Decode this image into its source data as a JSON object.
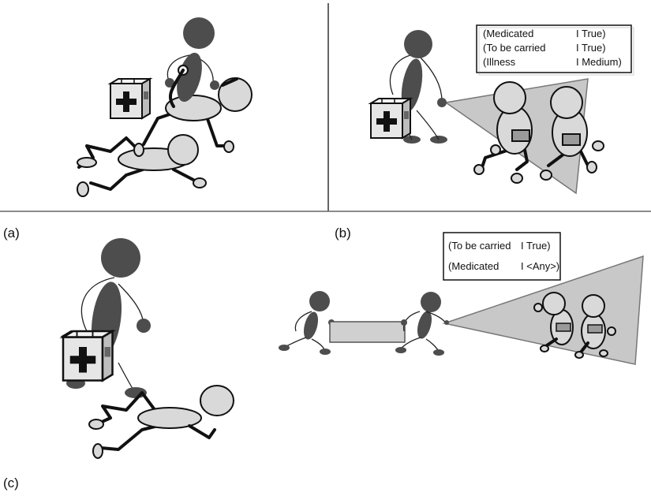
{
  "panels": {
    "a": {
      "label": "(a)"
    },
    "b": {
      "label": "(b)",
      "state_box": [
        {
          "key": "(Medicated",
          "value": "I True)"
        },
        {
          "key": "(To be carried",
          "value": "I True)"
        },
        {
          "key": "(Illness",
          "value": "I Medium)"
        }
      ]
    },
    "c": {
      "label": "(c)",
      "state_box": [
        {
          "key": "(To be carried",
          "value": "I True)"
        },
        {
          "key": "(Medicated",
          "value": "I <Any>)"
        }
      ]
    }
  },
  "icons": [
    "medkit-icon",
    "medic-figure",
    "patient-figure",
    "stretcher-icon",
    "vision-cone"
  ],
  "colors": {
    "dark_figure": "#4d4d4d",
    "light_figure": "#d9d9d9",
    "cone": "#c8c8c8"
  }
}
